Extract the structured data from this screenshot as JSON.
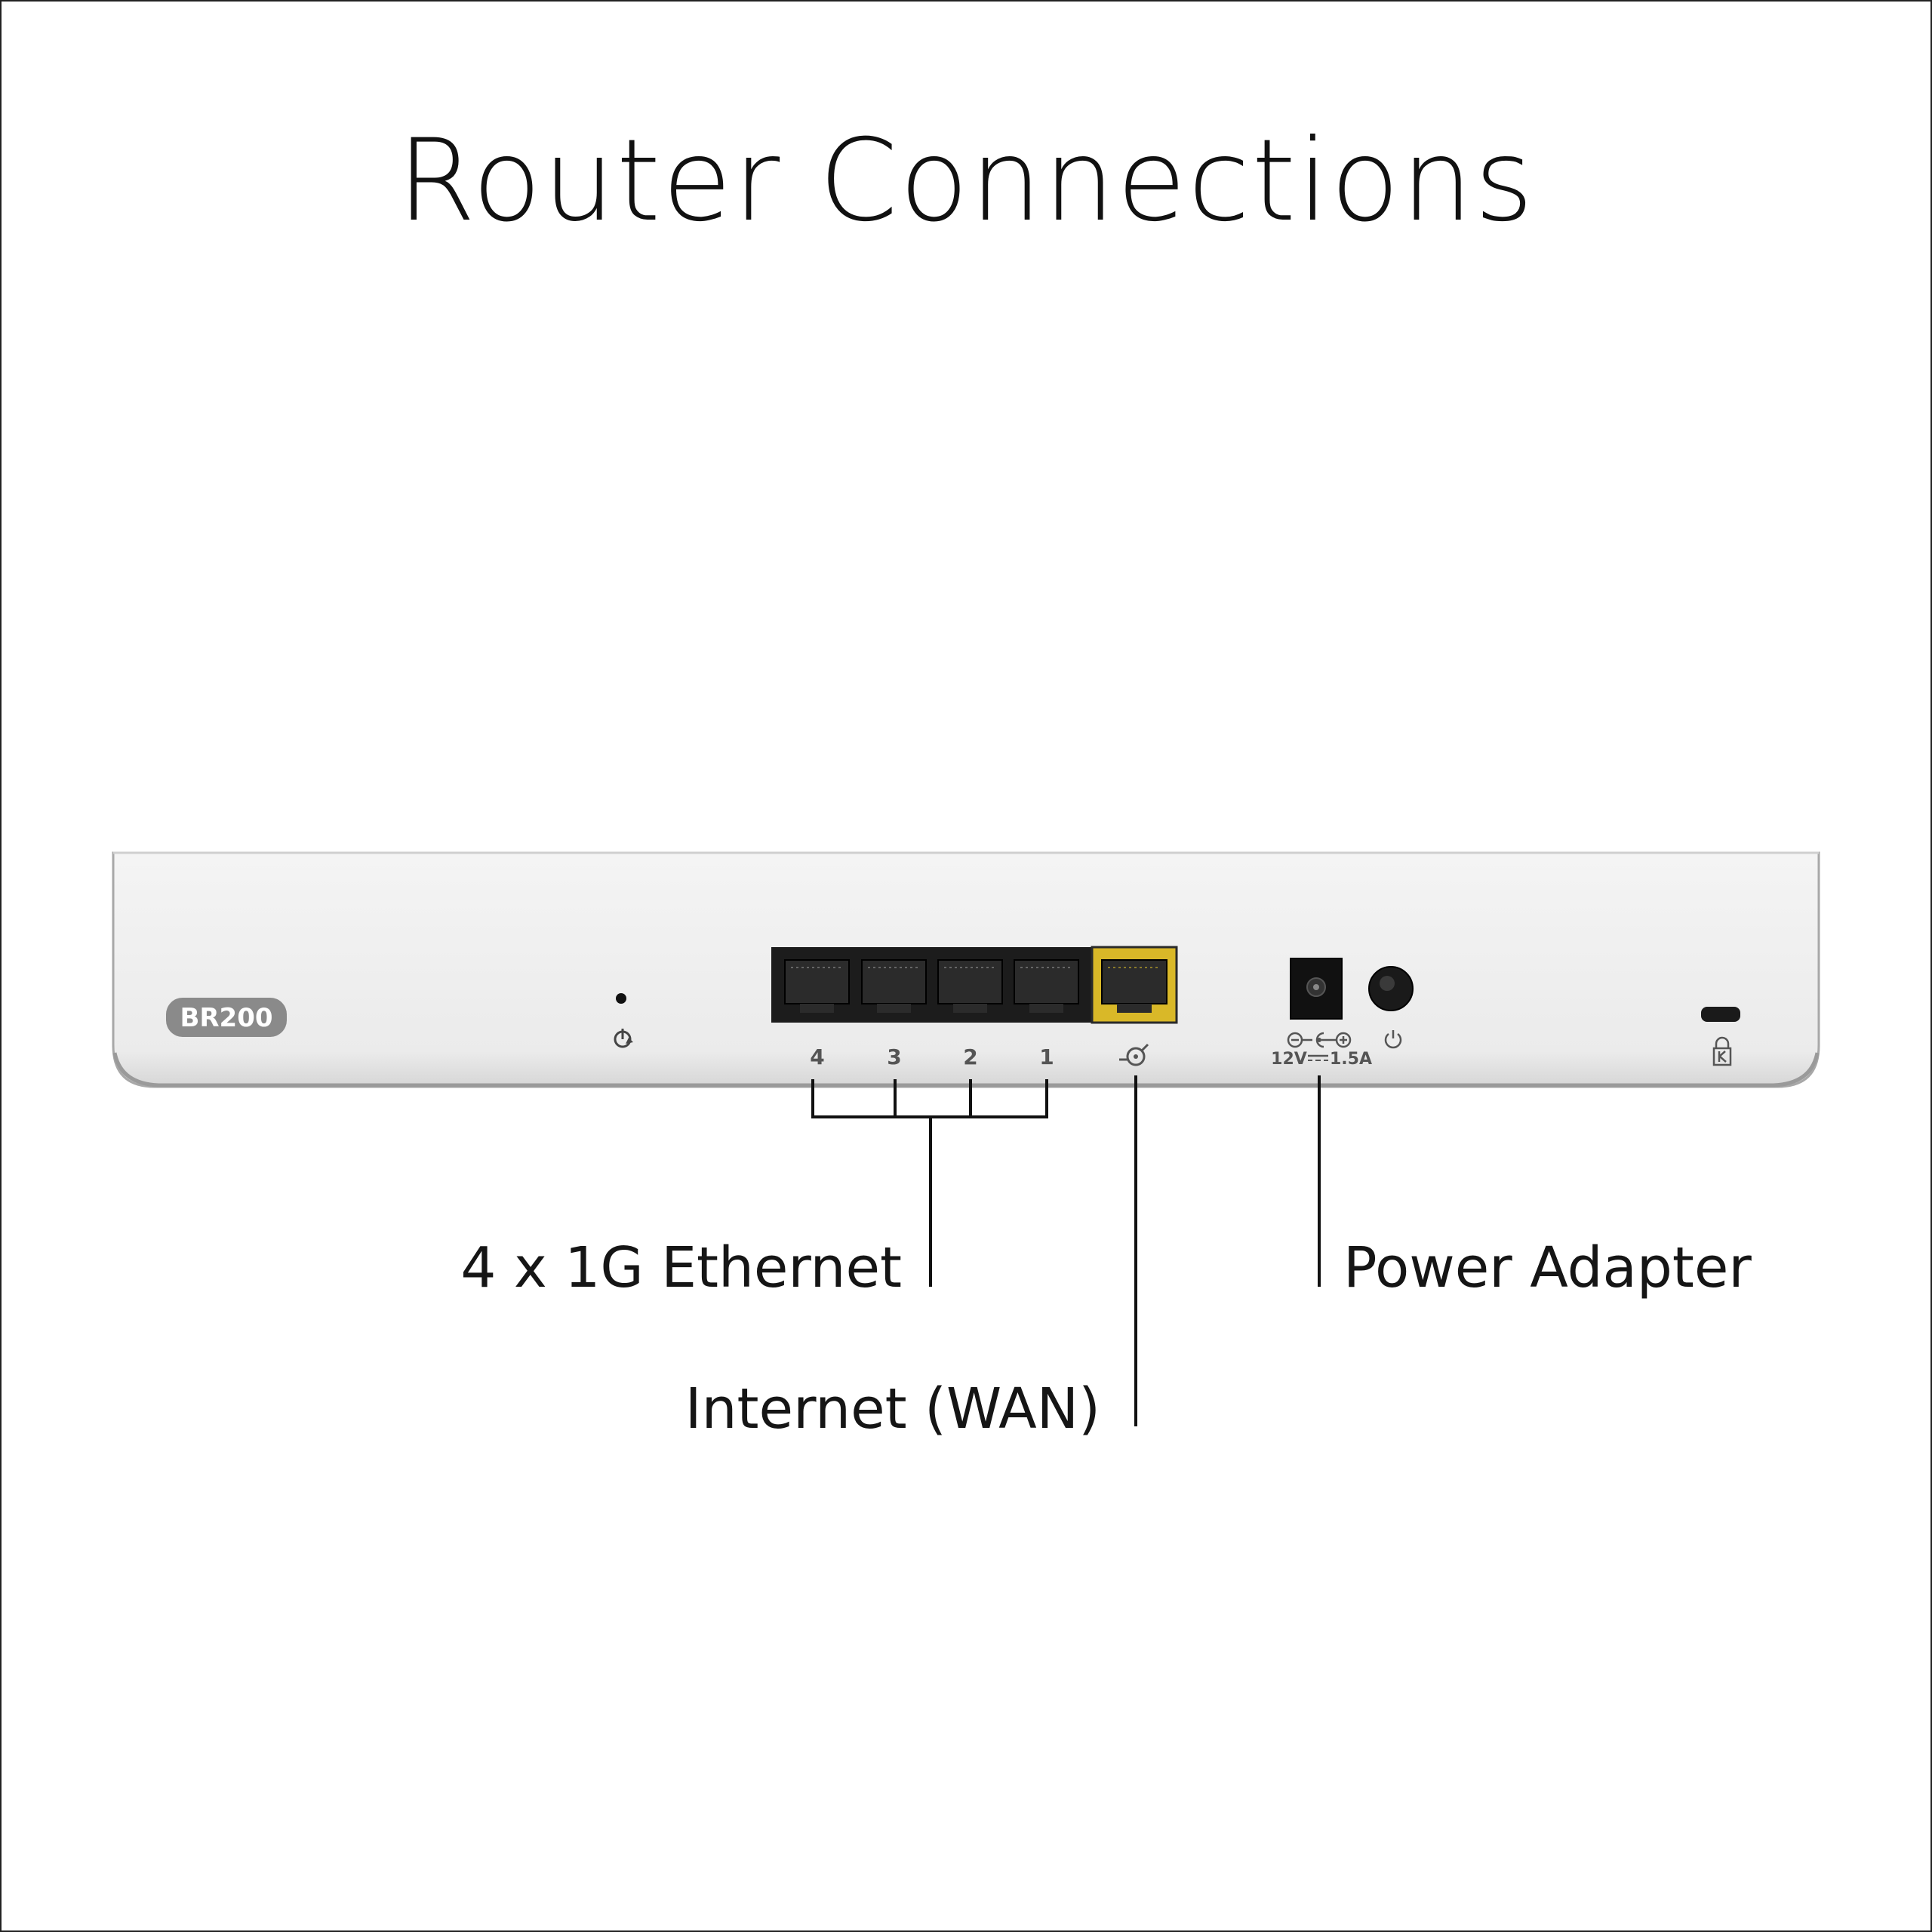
{
  "title": "Router Connections",
  "device": {
    "model_badge": "BR200",
    "port_numbers": [
      "4",
      "3",
      "2",
      "1"
    ],
    "power_spec": "12V",
    "power_current": "1.5A"
  },
  "callouts": {
    "ethernet": "4 x 1G Ethernet",
    "wan": "Internet (WAN)",
    "power": "Power Adapter"
  },
  "colors": {
    "chassis": "#eeeeee",
    "ports_block": "#1a1a1a",
    "wan_port": "#d9b828",
    "badge": "#8a8a8a",
    "leader_lines": "#111111"
  },
  "icons": [
    "reset-icon",
    "internet-globe-icon",
    "power-button-icon",
    "kensington-lock-icon"
  ]
}
